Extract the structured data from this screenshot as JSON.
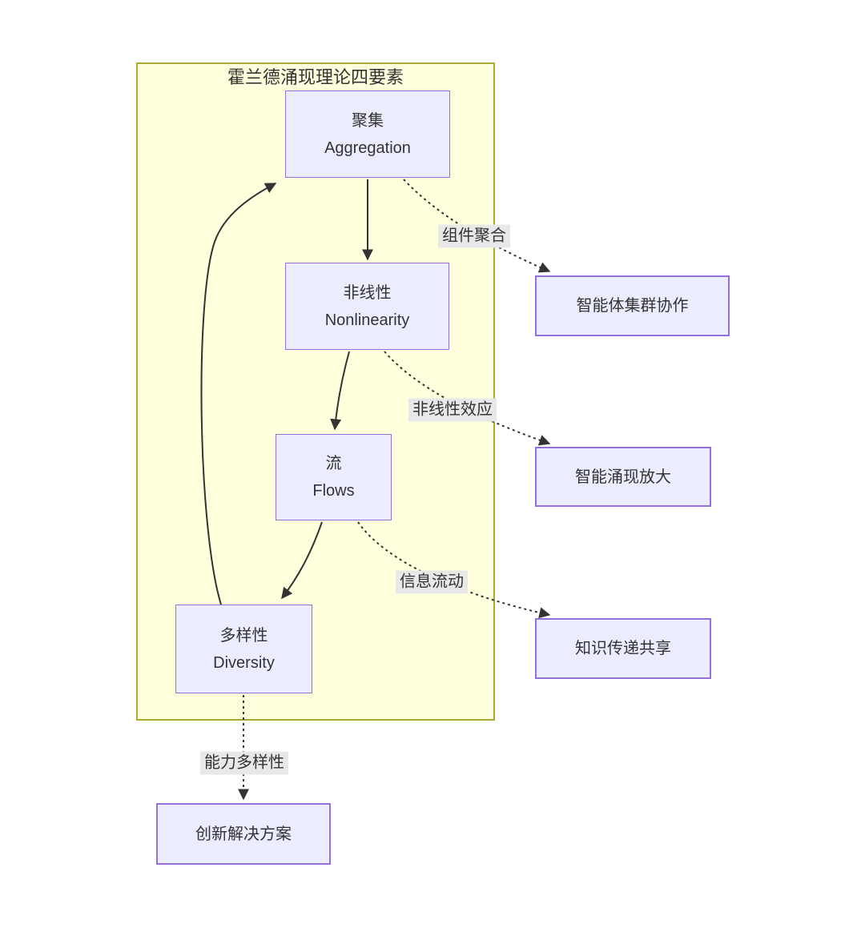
{
  "diagram": {
    "cluster_title": "霍兰德涌现理论四要素",
    "nodes": {
      "aggregation": {
        "zh": "聚集",
        "en": "Aggregation"
      },
      "nonlinearity": {
        "zh": "非线性",
        "en": "Nonlinearity"
      },
      "flows": {
        "zh": "流",
        "en": "Flows"
      },
      "diversity": {
        "zh": "多样性",
        "en": "Diversity"
      },
      "swarm_collaboration": {
        "label": "智能体集群协作"
      },
      "emergence_amplification": {
        "label": "智能涌现放大"
      },
      "knowledge_sharing": {
        "label": "知识传递共享"
      },
      "innovative_solutions": {
        "label": "创新解决方案"
      }
    },
    "edge_labels": {
      "component_aggregation": "组件聚合",
      "nonlinear_effect": "非线性效应",
      "information_flow": "信息流动",
      "capability_diversity": "能力多样性"
    },
    "colors": {
      "cluster_fill": "#FFFFDE",
      "cluster_border": "#AAAA33",
      "node_fill": "#ECECFF",
      "node_border": "#9370DB",
      "edge_color": "#333333",
      "label_bg": "#E8E8E8",
      "text_color": "#333333"
    }
  }
}
